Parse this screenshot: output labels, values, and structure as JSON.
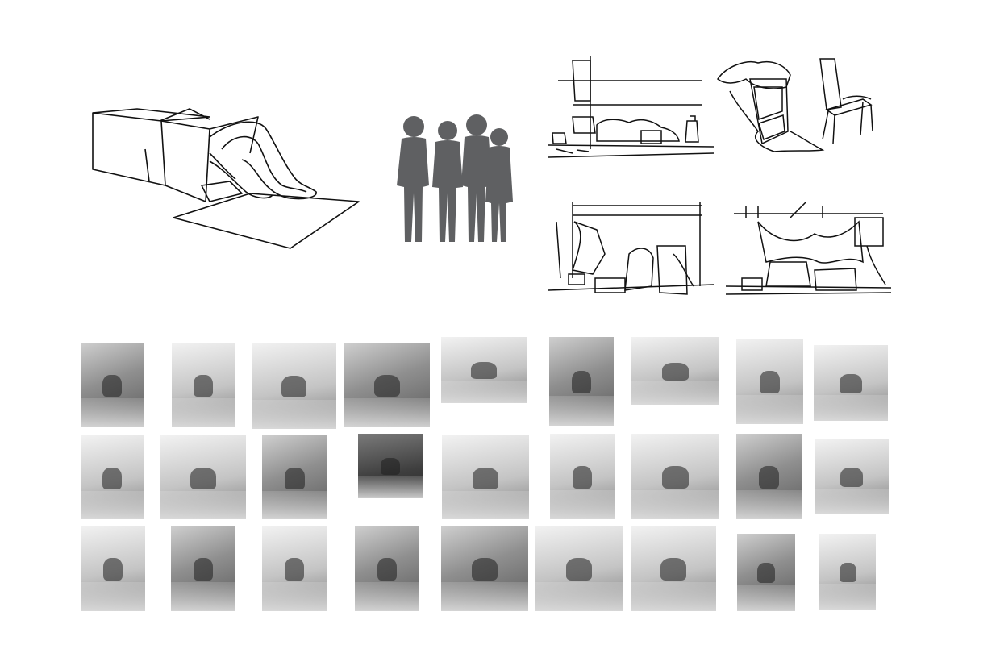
{
  "figure": {
    "sketches": [
      {
        "name": "person-in-cardboard-box-sketch"
      },
      {
        "name": "group-of-children-silhouette"
      },
      {
        "name": "street-belongings-sketch"
      },
      {
        "name": "chair-and-shelter-sketch"
      },
      {
        "name": "sidewalk-shelter-sketch-left"
      },
      {
        "name": "sidewalk-shelter-sketch-right"
      }
    ],
    "photo_grid": {
      "rows": 3,
      "columns": 9,
      "photos": 27
    },
    "colors": {
      "background": "#ffffff",
      "line": "#111111",
      "silhouette": "#5f6062"
    }
  }
}
